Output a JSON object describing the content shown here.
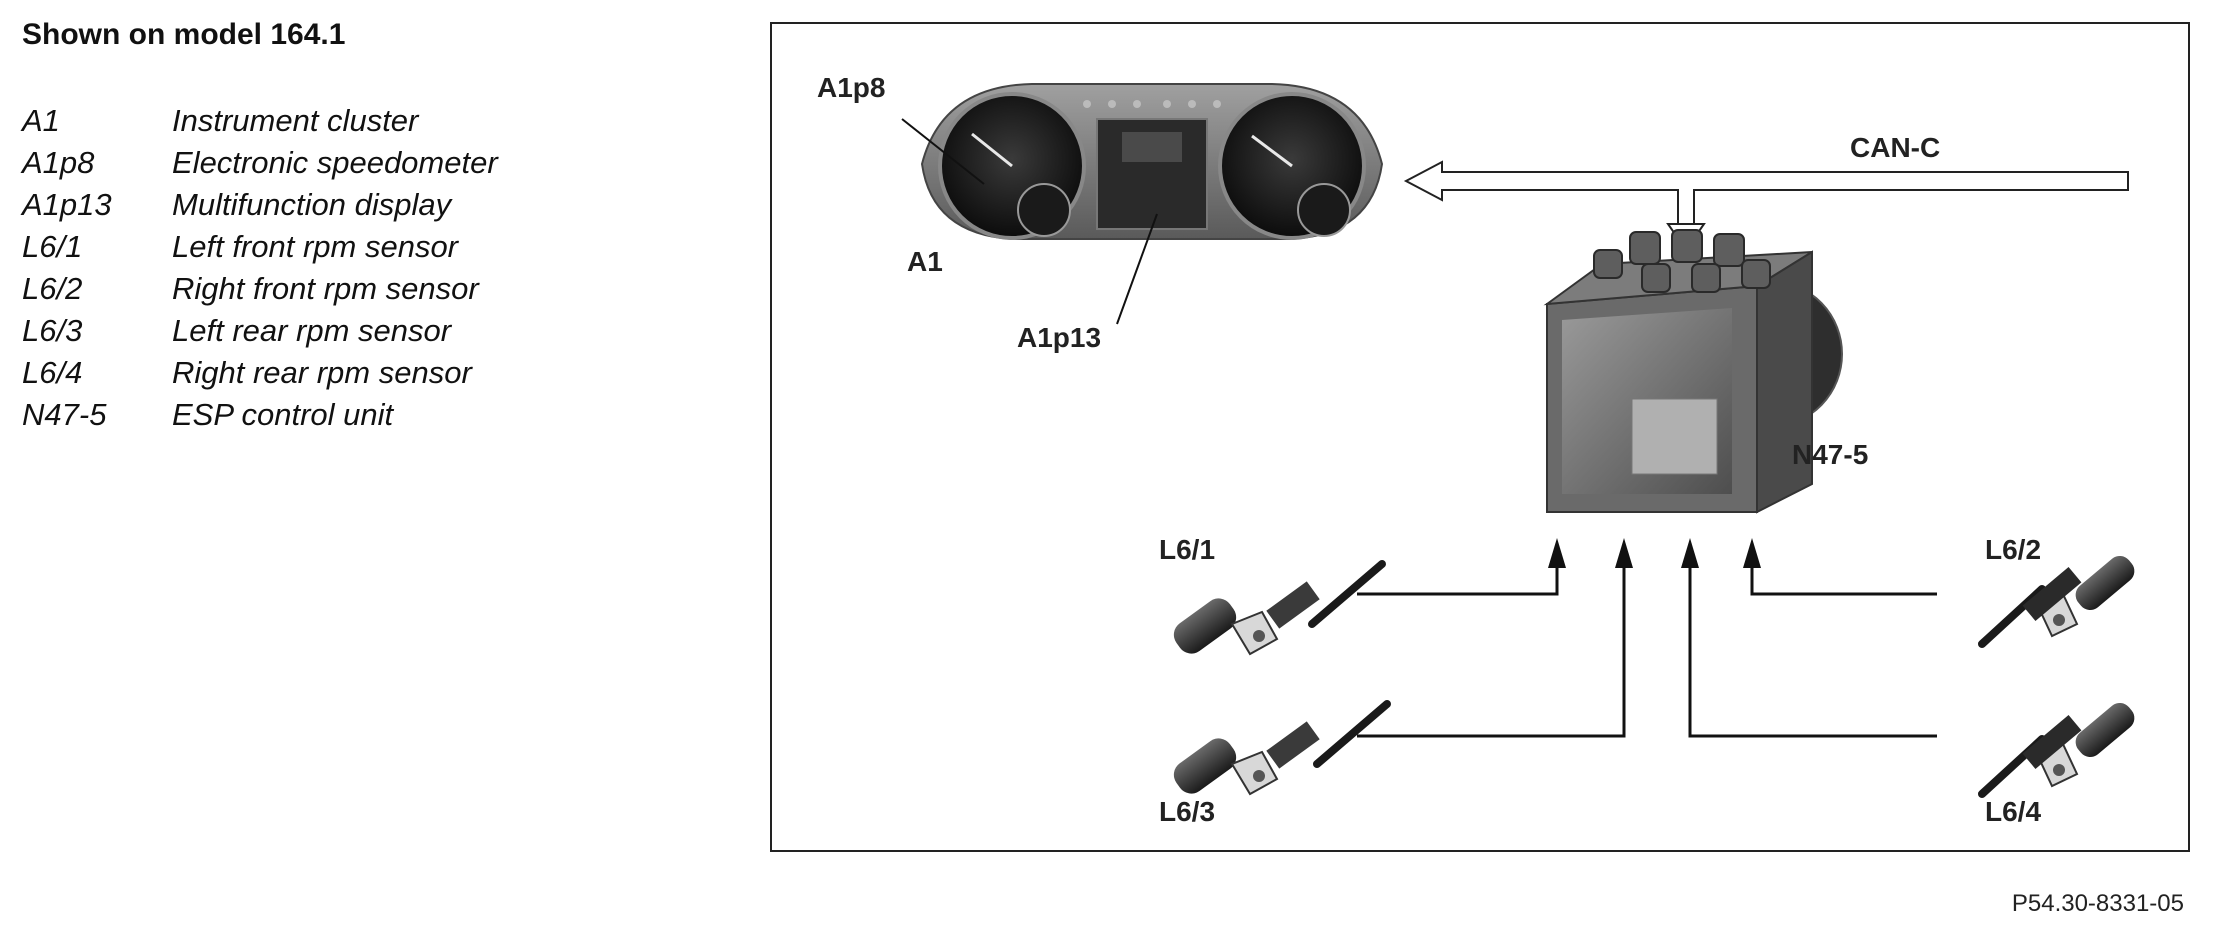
{
  "title": "Shown on model 164.1",
  "legend": [
    {
      "code": "A1",
      "desc": "Instrument cluster"
    },
    {
      "code": "A1p8",
      "desc": "Electronic speedometer"
    },
    {
      "code": "A1p13",
      "desc": "Multifunction display"
    },
    {
      "code": "L6/1",
      "desc": "Left front rpm sensor"
    },
    {
      "code": "L6/2",
      "desc": "Right front rpm sensor"
    },
    {
      "code": "L6/3",
      "desc": "Left rear rpm sensor"
    },
    {
      "code": "L6/4",
      "desc": "Right rear rpm sensor"
    },
    {
      "code": "N47-5",
      "desc": "ESP control unit"
    }
  ],
  "diagram": {
    "bus_label": "CAN-C",
    "labels": {
      "a1p8": "A1p8",
      "a1": "A1",
      "a1p13": "A1p13",
      "n47_5": "N47-5",
      "l6_1": "L6/1",
      "l6_2": "L6/2",
      "l6_3": "L6/3",
      "l6_4": "L6/4"
    }
  },
  "reference": "P54.30-8331-05"
}
